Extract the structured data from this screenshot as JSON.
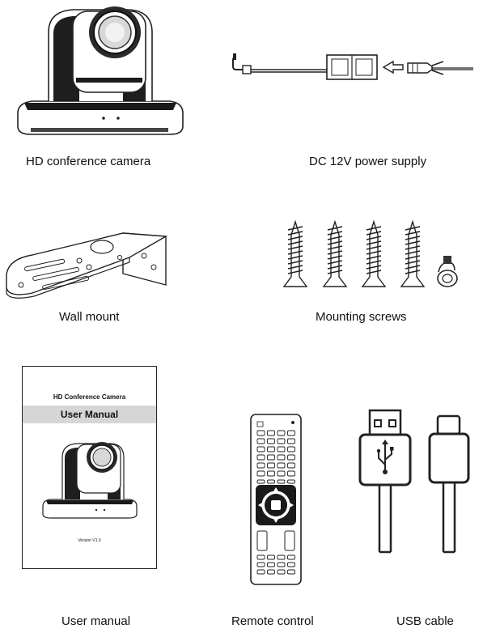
{
  "items": [
    {
      "caption": "HD conference camera",
      "icon": "ptz-camera-icon"
    },
    {
      "caption": "DC 12V power supply",
      "icon": "power-adapter-icon"
    },
    {
      "caption": "Wall mount",
      "icon": "wall-mount-bracket-icon"
    },
    {
      "caption": "Mounting screws",
      "icon": "screws-icon"
    },
    {
      "caption": "User manual",
      "icon": "manual-booklet-icon"
    },
    {
      "caption": "Remote control",
      "icon": "remote-control-icon"
    },
    {
      "caption": "USB cable",
      "icon": "usb-cable-icon"
    }
  ],
  "manual": {
    "title": "HD Conference Camera",
    "subtitle": "User Manual",
    "version": "Version V1.0"
  }
}
